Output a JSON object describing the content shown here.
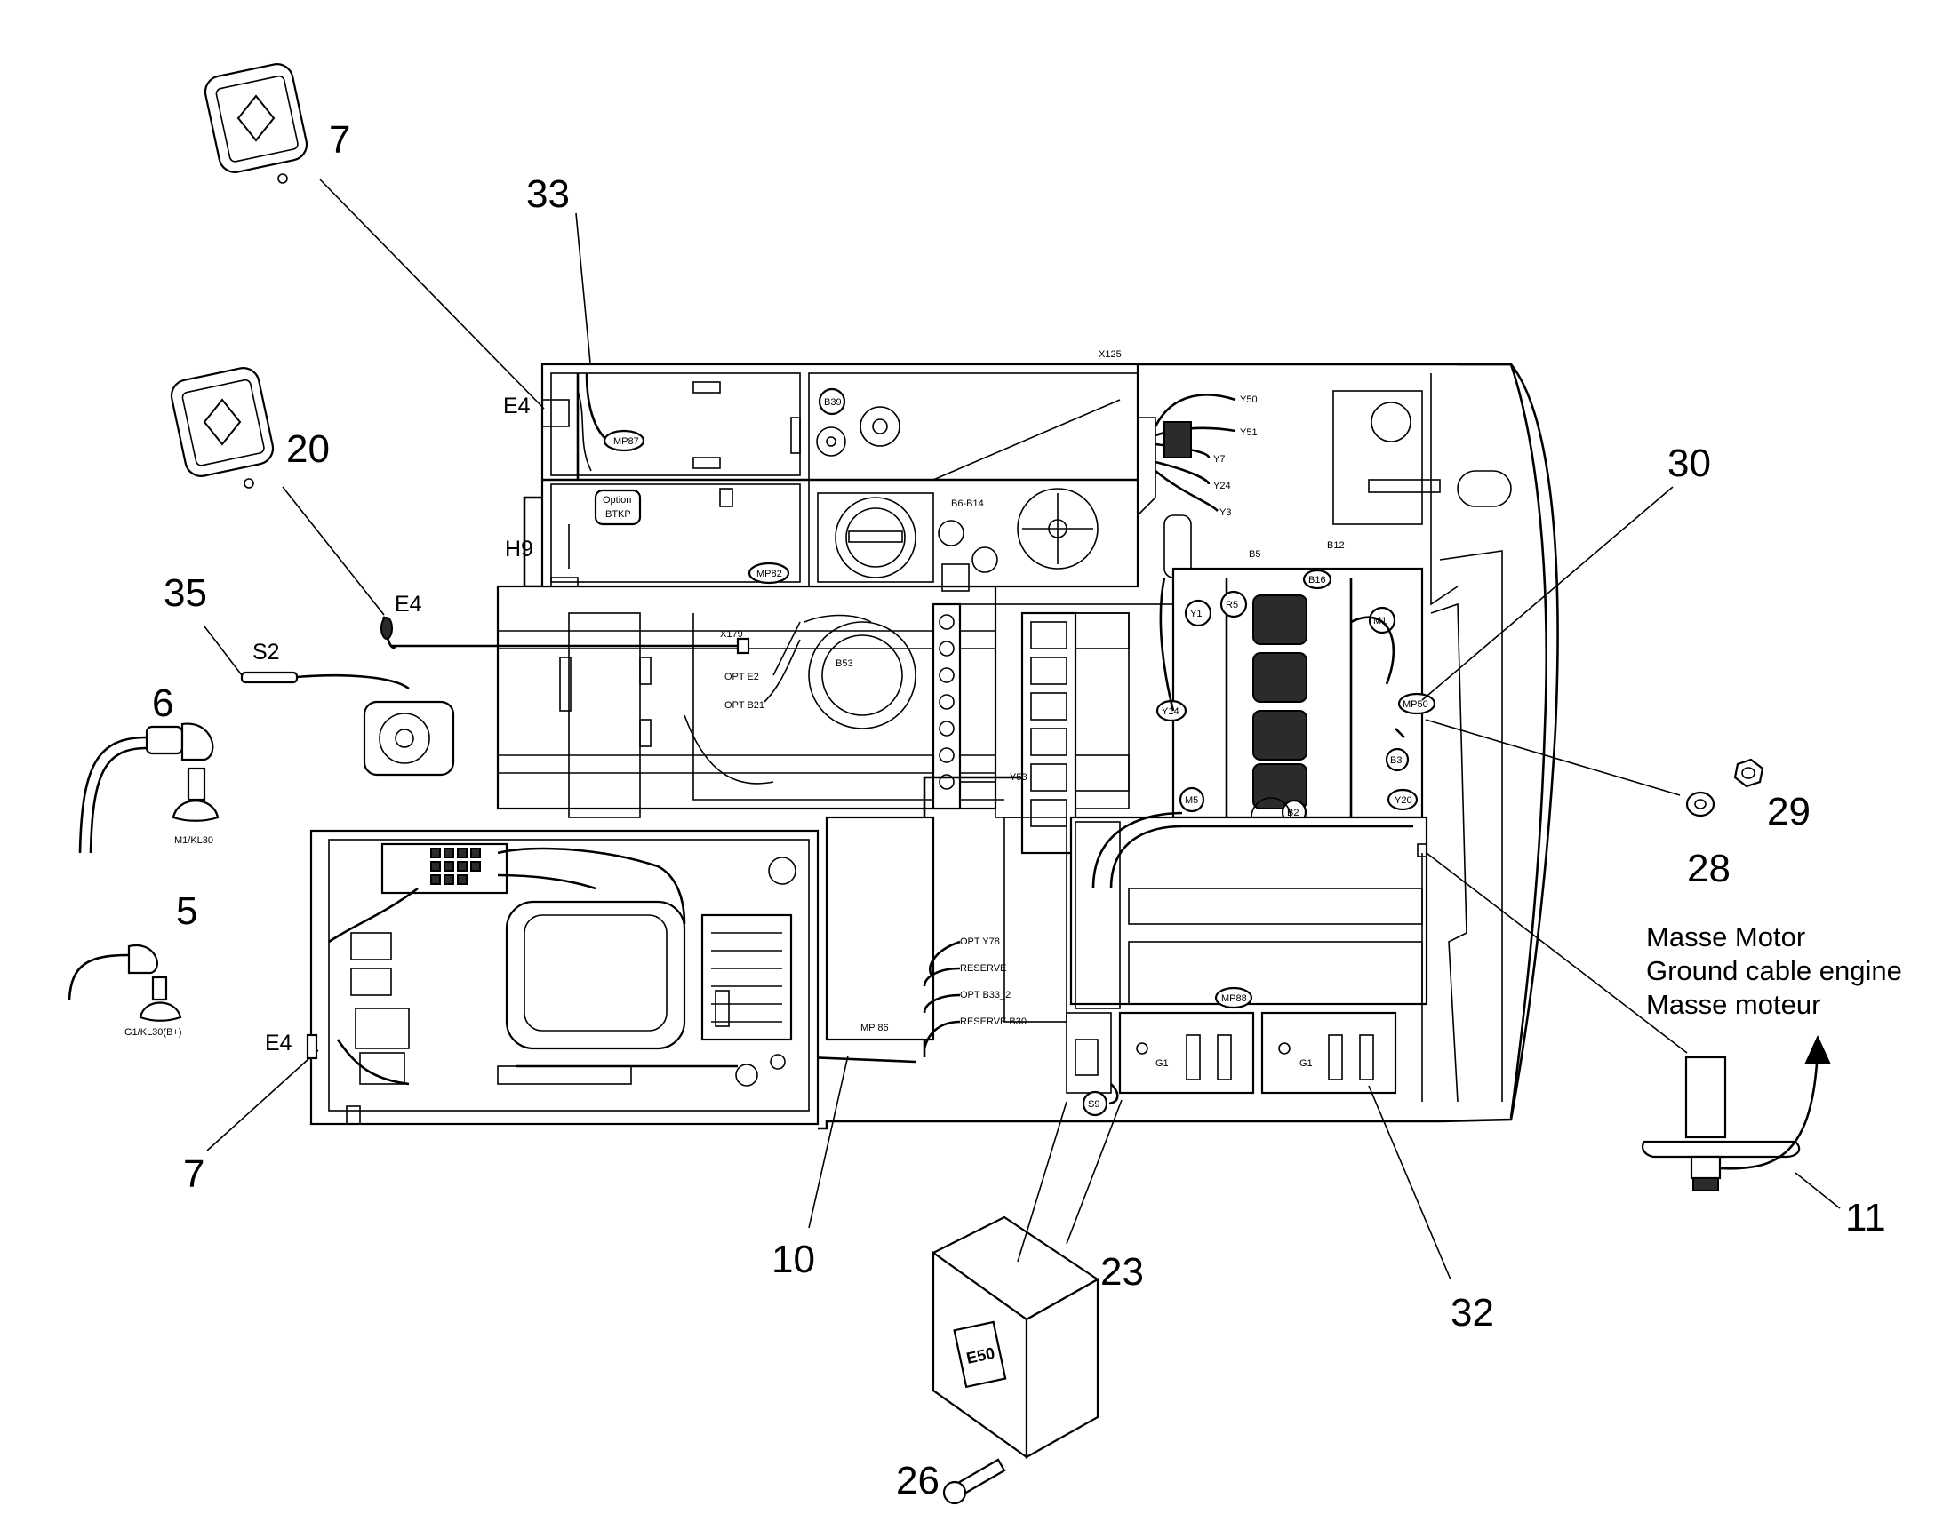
{
  "callouts": {
    "c7_top": "7",
    "c33": "33",
    "c20": "20",
    "c35": "35",
    "c6": "6",
    "c5": "5",
    "c7_bottom": "7",
    "c10": "10",
    "c23": "23",
    "c26": "26",
    "c32": "32",
    "c30": "30",
    "c29": "29",
    "c28": "28",
    "c11": "11"
  },
  "labels": {
    "e4_top": "E4",
    "h9": "H9",
    "e4_mid": "E4",
    "s2": "S2",
    "e4_left": "E4",
    "m1_kl30": "M1/KL30",
    "g1_kl30": "G1/KL30(B+)",
    "e50": "E50",
    "x125": "X125",
    "mp87": "MP87",
    "option": "Option",
    "btkp": "BTKP",
    "b39": "B39",
    "b6_b14": "B6-B14",
    "mp82": "MP82",
    "x179": "X179",
    "opt_e2": "OPT E2",
    "opt_b21": "OPT B21",
    "b53": "B53",
    "y53": "Y53",
    "opt_y78": "OPT Y78",
    "reserve": "RESERVE",
    "opt_b33_2": "OPT B33_2",
    "reserve_b30": "RESERVE B30",
    "mp86": "MP 86",
    "y50": "Y50",
    "y51": "Y51",
    "y7": "Y7",
    "y24": "Y24",
    "y3": "Y3",
    "b5": "B5",
    "b12": "B12",
    "b16": "B16",
    "y1": "Y1",
    "r5": "R5",
    "m1": "M1",
    "mp50": "MP50",
    "y14": "Y14",
    "b3": "B3",
    "m5": "M5",
    "b2": "B2",
    "y20": "Y20",
    "g1_small": "G1",
    "mp88": "MP88",
    "s9": "S9",
    "g1_left": "G1",
    "g1_right": "G1"
  },
  "ground_note": {
    "line1": "Masse Motor",
    "line2": "Ground cable engine",
    "line3": "Masse moteur"
  }
}
